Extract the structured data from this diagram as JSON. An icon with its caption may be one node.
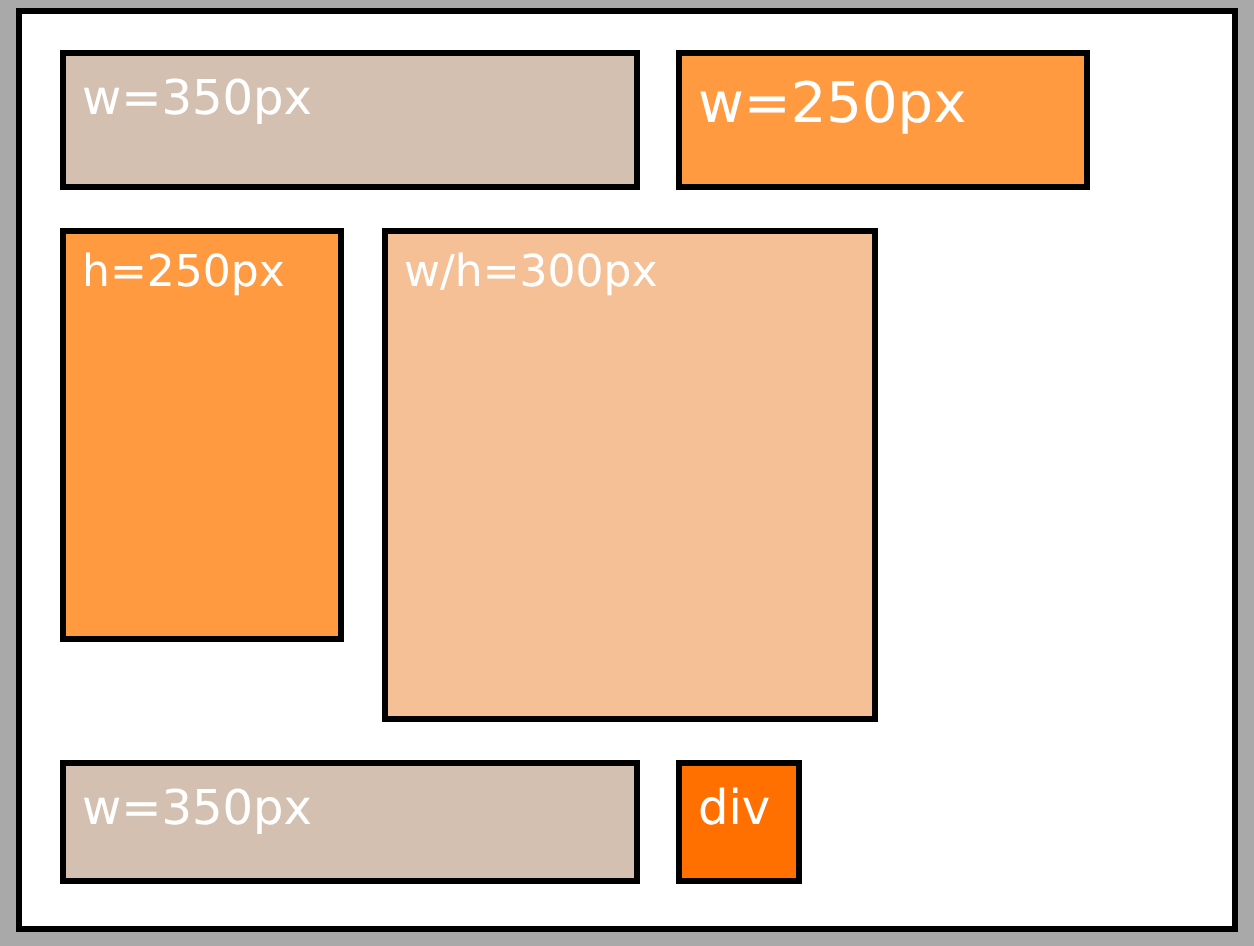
{
  "diagram": {
    "nodes": [
      {
        "text": [],
        "shape": "box"
      },
      {
        "text": [
          "w=350px"
        ],
        "in": 0
      },
      {
        "text": [
          "w=250px"
        ],
        "in": 0
      },
      {
        "text": [
          "h=250px"
        ],
        "in": 0
      },
      {
        "text": [
          "w/h=300px"
        ],
        "in": 0
      },
      {
        "text": [
          "w=350px"
        ],
        "in": 0
      },
      {
        "text": [
          "div"
        ],
        "in": 0
      }
    ]
  }
}
